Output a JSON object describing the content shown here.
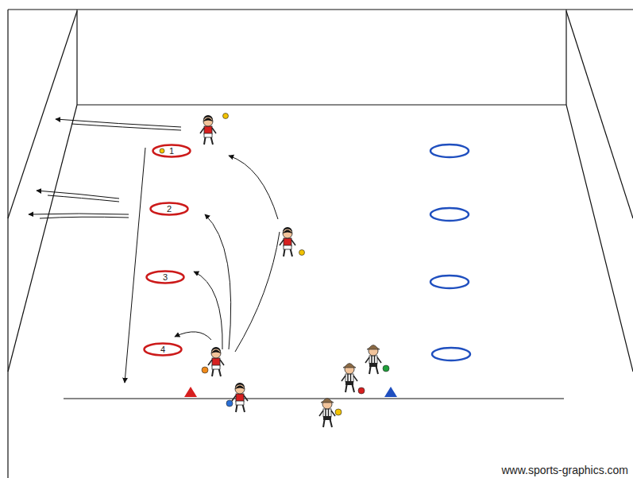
{
  "diagram": {
    "nodes": [
      {
        "text": [
          "1"
        ]
      },
      {
        "text": [
          "2"
        ]
      },
      {
        "text": [
          "3"
        ]
      },
      {
        "text": [
          "4"
        ]
      }
    ],
    "labels": [
      "www.sports-graphics.com"
    ]
  }
}
